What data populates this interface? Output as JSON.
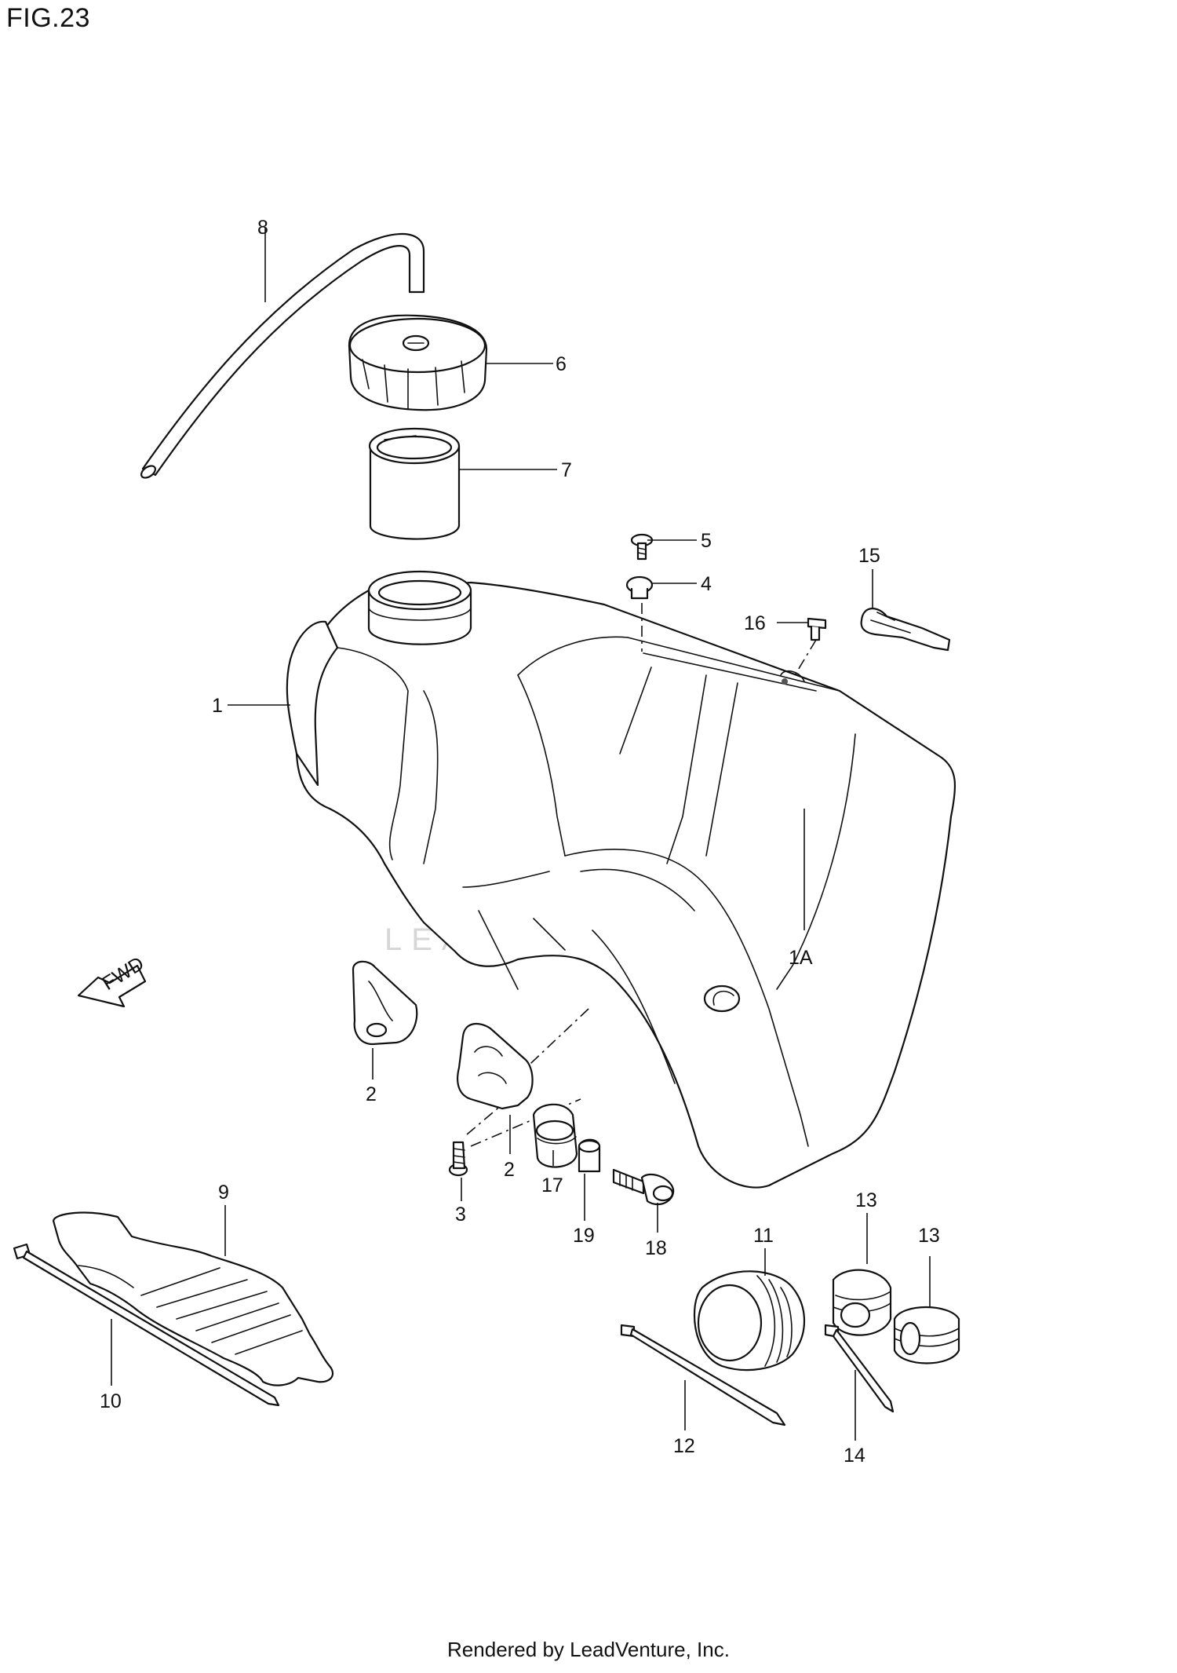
{
  "figure_title": "FIG.23",
  "direction_label": "FWD",
  "watermark": "LEADVENTURE",
  "footer": "Rendered by LeadVenture, Inc.",
  "callouts": {
    "c1": "1",
    "c1a": "1A",
    "c2a": "2",
    "c2b": "2",
    "c3": "3",
    "c4": "4",
    "c5": "5",
    "c6": "6",
    "c7": "7",
    "c8": "8",
    "c9": "9",
    "c10": "10",
    "c11": "11",
    "c12": "12",
    "c13a": "13",
    "c13b": "13",
    "c14": "14",
    "c15": "15",
    "c16": "16",
    "c17": "17",
    "c18": "18",
    "c19": "19"
  }
}
